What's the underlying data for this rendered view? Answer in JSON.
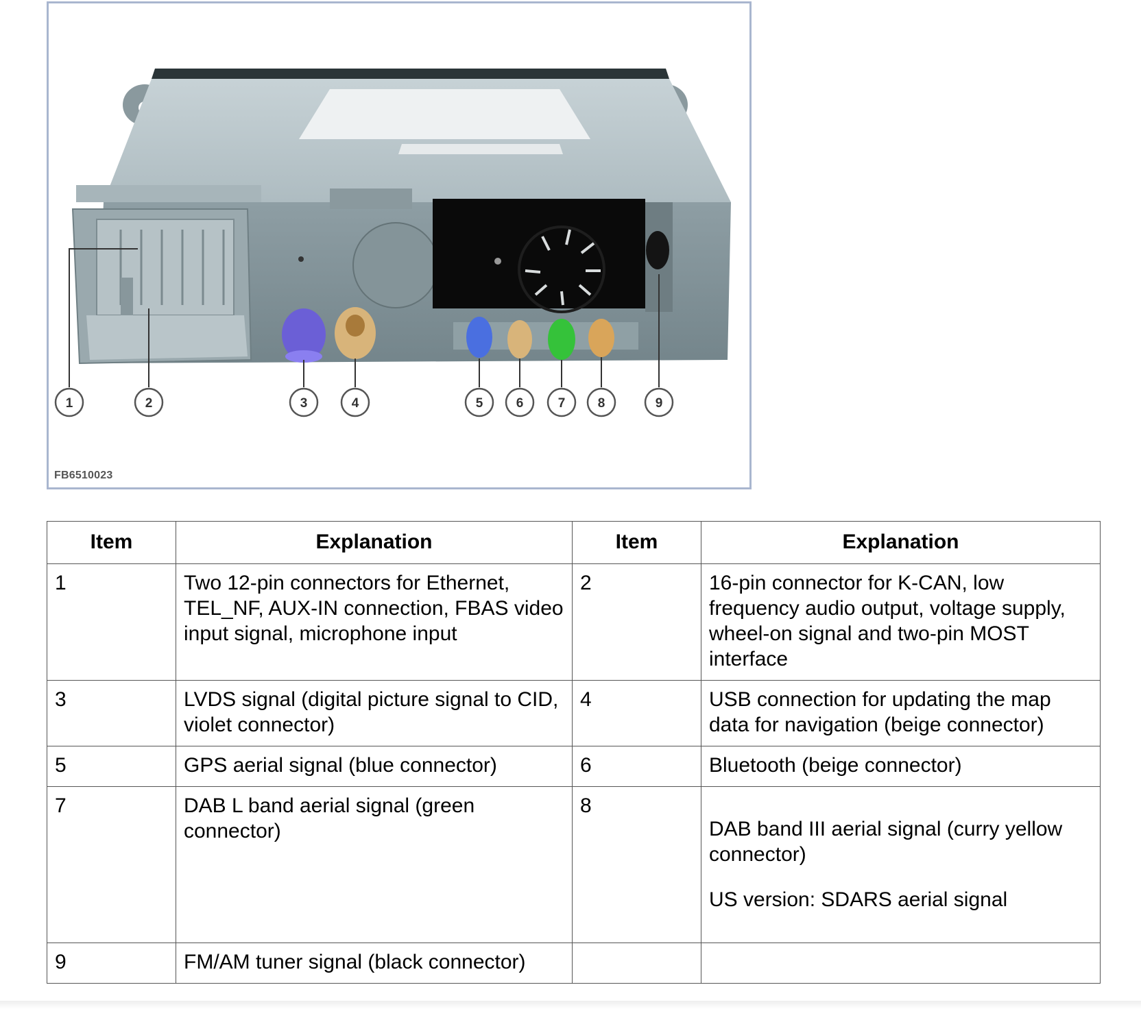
{
  "figure": {
    "code": "FB6510023",
    "callouts": [
      "1",
      "2",
      "3",
      "4",
      "5",
      "6",
      "7",
      "8",
      "9"
    ]
  },
  "table": {
    "headers": [
      "Item",
      "Explanation",
      "Item",
      "Explanation"
    ],
    "rows": [
      {
        "item_a": "1",
        "explanation_a": "Two 12-pin connectors for Ethernet, TEL_NF, AUX-IN connection, FBAS video input signal, microphone input",
        "item_b": "2",
        "explanation_b": "16-pin connector for K-CAN, low frequency audio output, voltage supply, wheel-on signal and two-pin MOST interface"
      },
      {
        "item_a": "3",
        "explanation_a": "LVDS signal (digital picture signal to CID, violet connector)",
        "item_b": "4",
        "explanation_b": "USB connection for updating the map data for navigation (beige connector)"
      },
      {
        "item_a": "5",
        "explanation_a": "GPS aerial signal (blue connector)",
        "item_b": "6",
        "explanation_b": "Bluetooth (beige connector)"
      },
      {
        "item_a": "7",
        "explanation_a": "DAB L band aerial signal (green connector)",
        "item_b": "8",
        "explanation_b": "DAB band III aerial signal (curry yellow connector)",
        "explanation_b_note": "US version: SDARS aerial signal"
      },
      {
        "item_a": "9",
        "explanation_a": "FM/AM tuner signal (black connector)",
        "item_b": "",
        "explanation_b": ""
      }
    ]
  },
  "colors": {
    "frame_border": "#a9b6cf",
    "violet_connector": "#6b5fd6",
    "beige_connector": "#d8b47a",
    "blue_connector": "#4a6fe0",
    "green_connector": "#35c23a",
    "curry_connector": "#d9a55a",
    "black_connector": "#111111"
  }
}
